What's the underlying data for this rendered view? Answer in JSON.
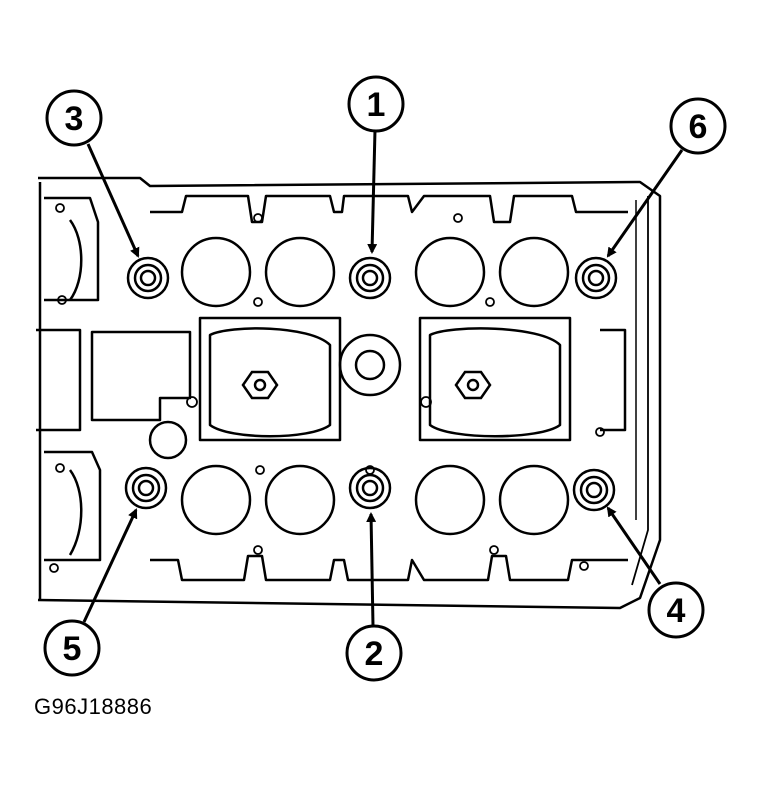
{
  "figure": {
    "id": "G96J18886",
    "line_color": "#000000",
    "background": "#ffffff"
  },
  "callouts": [
    {
      "number": "1"
    },
    {
      "number": "2"
    },
    {
      "number": "3"
    },
    {
      "number": "4"
    },
    {
      "number": "5"
    },
    {
      "number": "6"
    }
  ]
}
